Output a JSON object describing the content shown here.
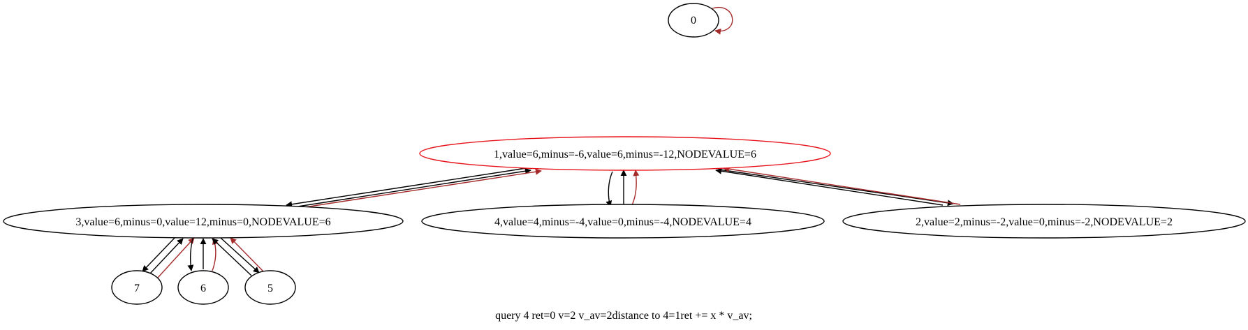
{
  "diagram": {
    "nodes": [
      {
        "id": "0",
        "label": "0",
        "outline": "#000000"
      },
      {
        "id": "1",
        "label": "1,value=6,minus=-6,value=6,minus=-12,NODEVALUE=6",
        "outline": "#e8141c"
      },
      {
        "id": "3",
        "label": "3,value=6,minus=0,value=12,minus=0,NODEVALUE=6",
        "outline": "#000000"
      },
      {
        "id": "4",
        "label": "4,value=4,minus=-4,value=0,minus=-4,NODEVALUE=4",
        "outline": "#000000"
      },
      {
        "id": "2",
        "label": "2,value=2,minus=-2,value=0,minus=-2,NODEVALUE=2",
        "outline": "#000000"
      },
      {
        "id": "7",
        "label": "7",
        "outline": "#000000"
      },
      {
        "id": "6",
        "label": "6",
        "outline": "#000000"
      },
      {
        "id": "5",
        "label": "5",
        "outline": "#000000"
      }
    ],
    "edges": [
      {
        "from": "0",
        "to": "0",
        "color": "#a52a2a"
      },
      {
        "from": "1",
        "to": "3",
        "color": "#000000"
      },
      {
        "from": "3",
        "to": "1",
        "color": "#000000"
      },
      {
        "from": "3",
        "to": "1",
        "color": "#a52a2a"
      },
      {
        "from": "1",
        "to": "4",
        "color": "#000000"
      },
      {
        "from": "4",
        "to": "1",
        "color": "#000000"
      },
      {
        "from": "4",
        "to": "1",
        "color": "#a52a2a"
      },
      {
        "from": "1",
        "to": "2",
        "color": "#000000"
      },
      {
        "from": "2",
        "to": "1",
        "color": "#000000"
      },
      {
        "from": "2",
        "to": "1",
        "color": "#a52a2a"
      },
      {
        "from": "3",
        "to": "7",
        "color": "#000000"
      },
      {
        "from": "7",
        "to": "3",
        "color": "#000000"
      },
      {
        "from": "7",
        "to": "3",
        "color": "#a52a2a"
      },
      {
        "from": "3",
        "to": "6",
        "color": "#000000"
      },
      {
        "from": "6",
        "to": "3",
        "color": "#000000"
      },
      {
        "from": "6",
        "to": "3",
        "color": "#a52a2a"
      },
      {
        "from": "3",
        "to": "5",
        "color": "#000000"
      },
      {
        "from": "5",
        "to": "3",
        "color": "#000000"
      },
      {
        "from": "5",
        "to": "3",
        "color": "#a52a2a"
      }
    ],
    "caption": "query 4 ret=0 v=2 v_av=2distance to 4=1ret += x * v_av;"
  }
}
